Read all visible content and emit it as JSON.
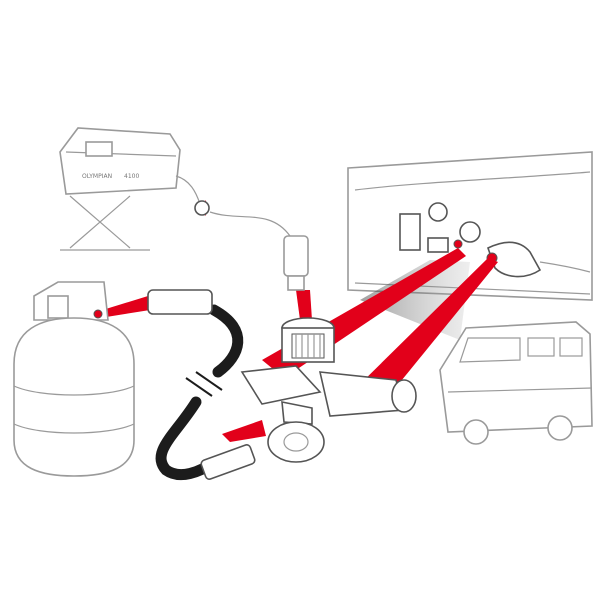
{
  "diagram": {
    "accent_color": "#e2001a",
    "hose_color": "#1c1c1c",
    "grill": {
      "brand_text": "OLYMPIAN",
      "model_text": "4100"
    },
    "components": [
      {
        "id": "grill",
        "icon": "portable-grill-icon"
      },
      {
        "id": "propane-tank",
        "icon": "propane-cylinder-icon"
      },
      {
        "id": "rv",
        "icon": "motorhome-icon"
      },
      {
        "id": "rv-compartment",
        "icon": "rv-propane-compartment-icon"
      },
      {
        "id": "tee-adapter",
        "icon": "brass-tee-fitting-icon"
      },
      {
        "id": "extension-hose",
        "icon": "extension-hose-icon"
      }
    ]
  }
}
